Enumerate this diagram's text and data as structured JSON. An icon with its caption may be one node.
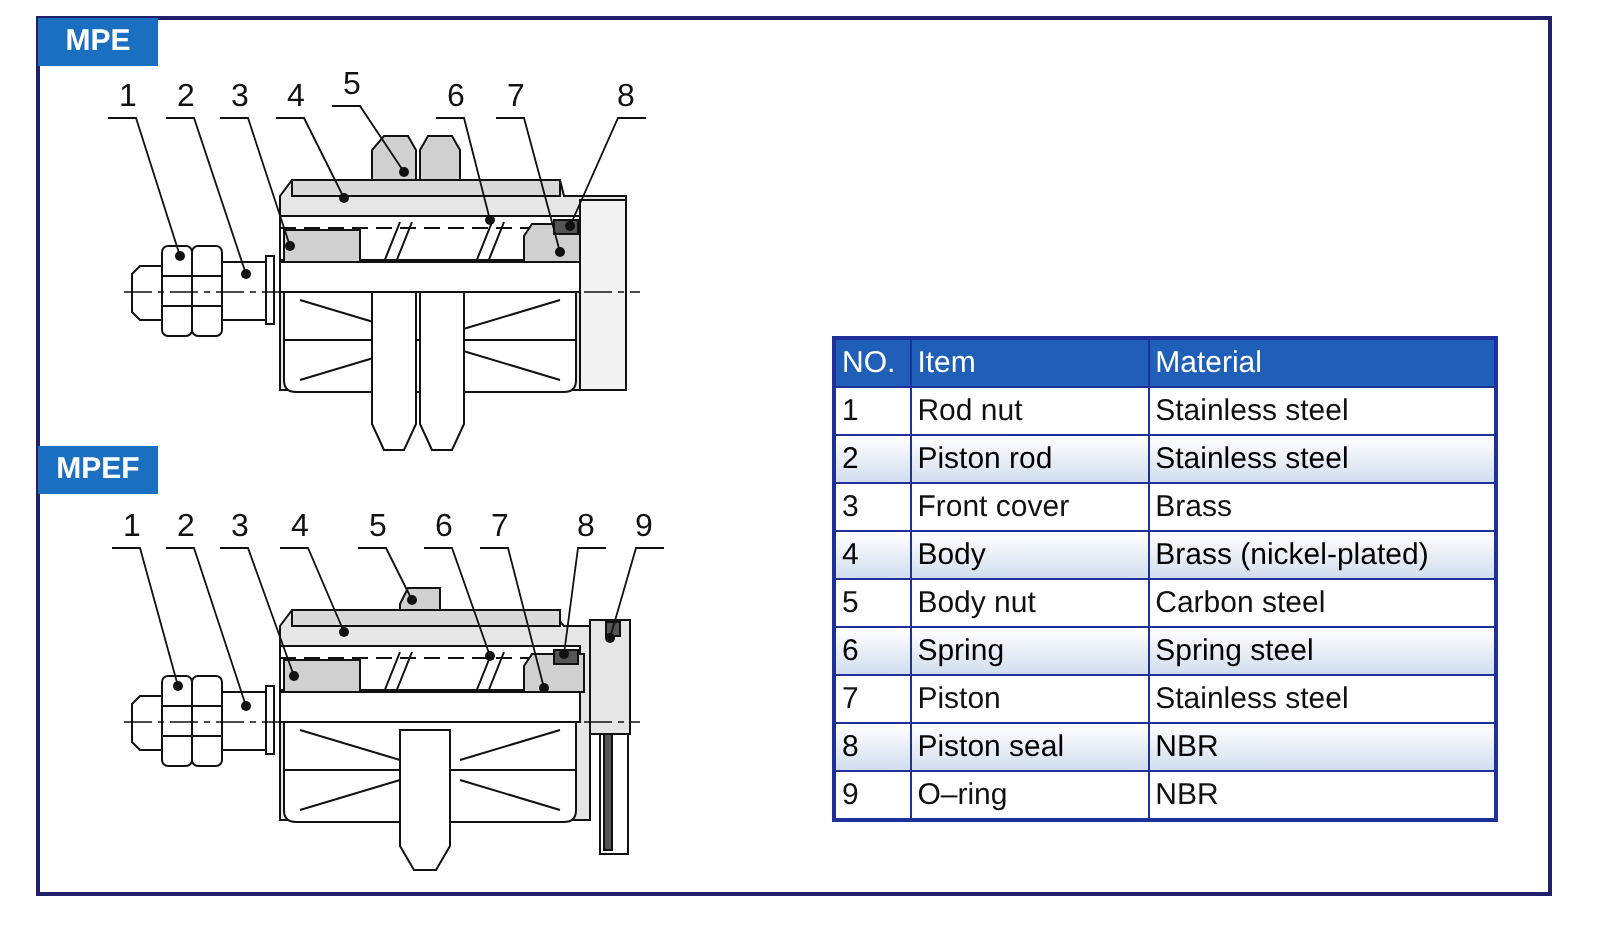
{
  "diagram": {
    "nodes": [
      {
        "text": [
          "1"
        ]
      },
      {
        "text": [
          "2"
        ]
      },
      {
        "text": [
          "3"
        ]
      },
      {
        "text": [
          "4"
        ]
      },
      {
        "text": [
          "5"
        ]
      },
      {
        "text": [
          "6"
        ]
      },
      {
        "text": [
          "7"
        ]
      },
      {
        "text": [
          "8"
        ]
      },
      {
        "text": [
          "1"
        ]
      },
      {
        "text": [
          "2"
        ]
      },
      {
        "text": [
          "3"
        ]
      },
      {
        "text": [
          "4"
        ]
      },
      {
        "text": [
          "5"
        ]
      },
      {
        "text": [
          "6"
        ]
      },
      {
        "text": [
          "7"
        ]
      },
      {
        "text": [
          "8"
        ]
      },
      {
        "text": [
          "9"
        ]
      }
    ],
    "edges": [
      {
        "from": 0,
        "to": null,
        "arrow": "other"
      },
      {
        "from": 1,
        "to": null,
        "arrow": "other"
      },
      {
        "from": 2,
        "to": null,
        "arrow": "other"
      },
      {
        "from": 3,
        "to": null,
        "arrow": "other"
      },
      {
        "from": 4,
        "to": null,
        "arrow": "other"
      },
      {
        "from": 5,
        "to": null,
        "arrow": "other"
      },
      {
        "from": 6,
        "to": null,
        "arrow": "other"
      },
      {
        "from": 7,
        "to": null,
        "arrow": "other"
      },
      {
        "from": 8,
        "to": null,
        "arrow": "other"
      },
      {
        "from": 9,
        "to": null,
        "arrow": "other"
      },
      {
        "from": 10,
        "to": null,
        "arrow": "other"
      },
      {
        "from": 11,
        "to": null,
        "arrow": "other"
      },
      {
        "from": 12,
        "to": null,
        "arrow": "other"
      },
      {
        "from": 13,
        "to": null,
        "arrow": "other"
      },
      {
        "from": 14,
        "to": null,
        "arrow": "other"
      },
      {
        "from": 15,
        "to": null,
        "arrow": "other"
      },
      {
        "from": 16,
        "to": null,
        "arrow": "other"
      }
    ],
    "labels": [
      "MPE",
      "MPEF",
      "NO.",
      "Item",
      "Material",
      "1",
      "Rod nut",
      "Stainless steel",
      "2",
      "Piston rod",
      "Stainless steel",
      "3",
      "Front cover",
      "Brass",
      "4",
      "Body",
      "Brass (nickel-plated)",
      "5",
      "Body nut",
      "Carbon steel",
      "6",
      "Spring",
      "Spring steel",
      "7",
      "Piston",
      "Stainless steel",
      "8",
      "Piston seal",
      "NBR",
      "9",
      "O–ring",
      "NBR"
    ]
  }
}
